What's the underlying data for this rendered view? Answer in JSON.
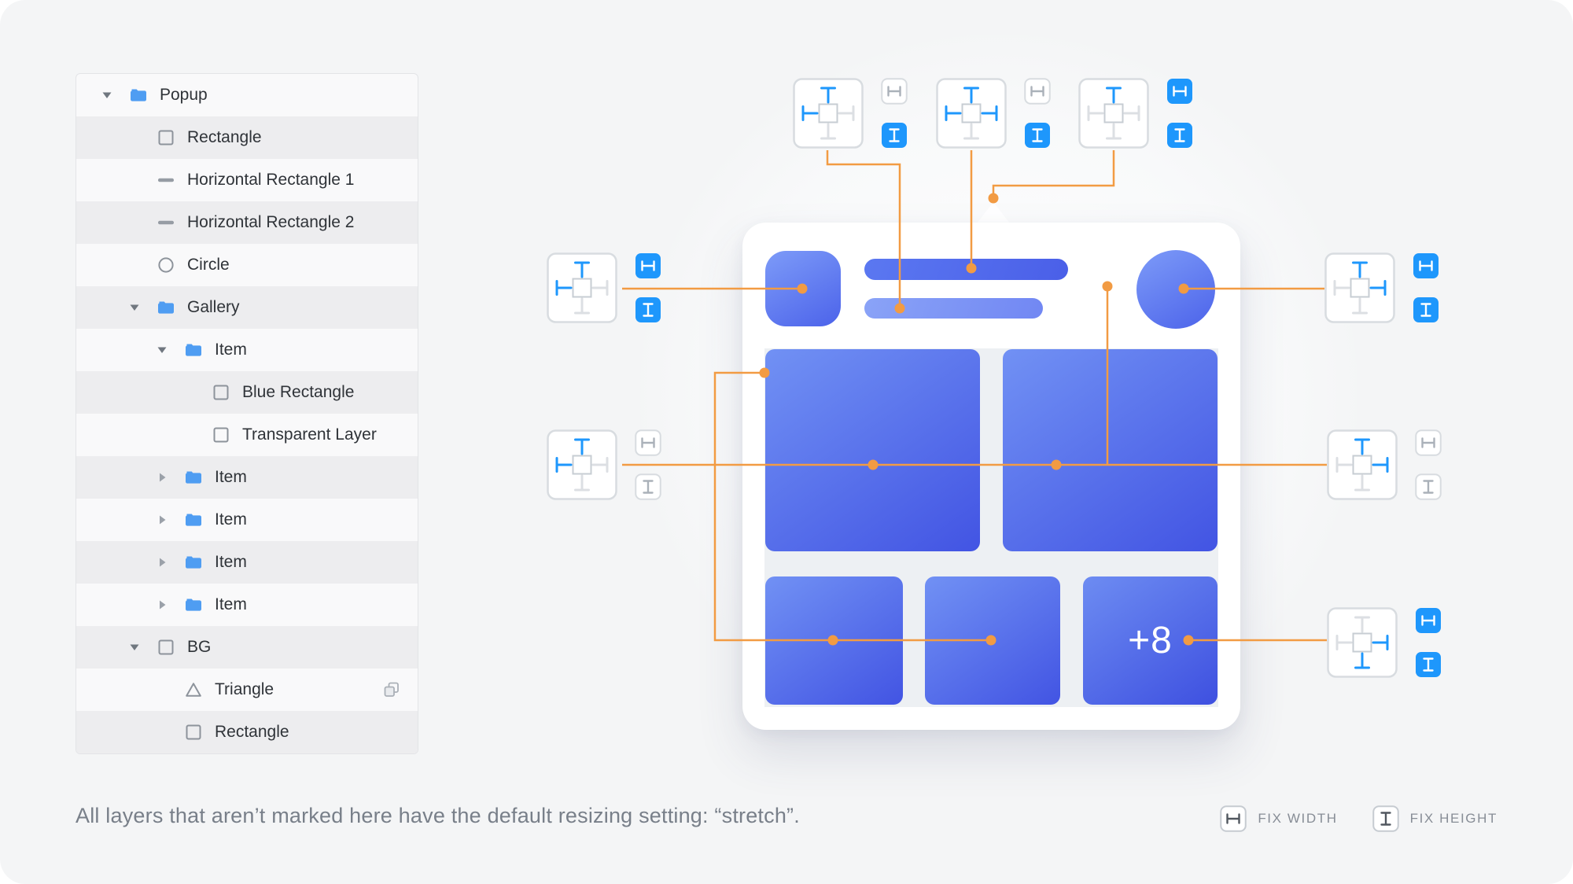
{
  "caption": "All layers that aren’t marked here have the default resizing setting: “stretch”.",
  "legend": {
    "fix_width_label": "FIX WIDTH",
    "fix_height_label": "FIX HEIGHT"
  },
  "mockup": {
    "overflow_badge": "+8"
  },
  "layers_panel": {
    "items": [
      {
        "label": "Popup",
        "icon": "folder",
        "level": 0,
        "disclosure": "expanded"
      },
      {
        "label": "Rectangle",
        "icon": "rectangle",
        "level": 1
      },
      {
        "label": "Horizontal Rectangle 1",
        "icon": "horizontal-rectangle",
        "level": 1
      },
      {
        "label": "Horizontal Rectangle 2",
        "icon": "horizontal-rectangle",
        "level": 1
      },
      {
        "label": "Circle",
        "icon": "circle",
        "level": 1
      },
      {
        "label": "Gallery",
        "icon": "folder",
        "level": 1,
        "disclosure": "expanded"
      },
      {
        "label": "Item",
        "icon": "folder",
        "level": 2,
        "disclosure": "expanded"
      },
      {
        "label": "Blue Rectangle",
        "icon": "rectangle",
        "level": 3
      },
      {
        "label": "Transparent Layer",
        "icon": "rectangle",
        "level": 3
      },
      {
        "label": "Item",
        "icon": "folder",
        "level": 2,
        "disclosure": "collapsed"
      },
      {
        "label": "Item",
        "icon": "folder",
        "level": 2,
        "disclosure": "collapsed"
      },
      {
        "label": "Item",
        "icon": "folder",
        "level": 2,
        "disclosure": "collapsed"
      },
      {
        "label": "Item",
        "icon": "folder",
        "level": 2,
        "disclosure": "collapsed"
      },
      {
        "label": "BG",
        "icon": "rectangle",
        "level": 1,
        "disclosure": "expanded"
      },
      {
        "label": "Triangle",
        "icon": "triangle",
        "level": 2,
        "badge": "mask"
      },
      {
        "label": "Rectangle",
        "icon": "rectangle",
        "level": 2
      }
    ]
  },
  "constraints": [
    {
      "id": "horizontal-rectangle-2",
      "pins": [
        "top",
        "left"
      ],
      "fix_width": false,
      "fix_height": true
    },
    {
      "id": "horizontal-rectangle-1",
      "pins": [
        "top",
        "left",
        "right"
      ],
      "fix_width": false,
      "fix_height": true
    },
    {
      "id": "triangle-pointer",
      "pins": [
        "top"
      ],
      "fix_width": true,
      "fix_height": true
    },
    {
      "id": "avatar-rectangle",
      "pins": [
        "top",
        "left"
      ],
      "fix_width": true,
      "fix_height": true
    },
    {
      "id": "gallery-items",
      "pins": [
        "top",
        "left"
      ],
      "fix_width": false,
      "fix_height": false
    },
    {
      "id": "circle",
      "pins": [
        "top",
        "right"
      ],
      "fix_width": true,
      "fix_height": true
    },
    {
      "id": "background-rectangle",
      "pins": [
        "top",
        "right"
      ],
      "fix_width": false,
      "fix_height": false
    },
    {
      "id": "overflow-item",
      "pins": [
        "right",
        "bottom"
      ],
      "fix_width": true,
      "fix_height": true
    }
  ],
  "colors": {
    "connector_orange": "#F29B43",
    "constraint_blue": "#1E97FC",
    "folder_blue": "#4F9DF2"
  }
}
